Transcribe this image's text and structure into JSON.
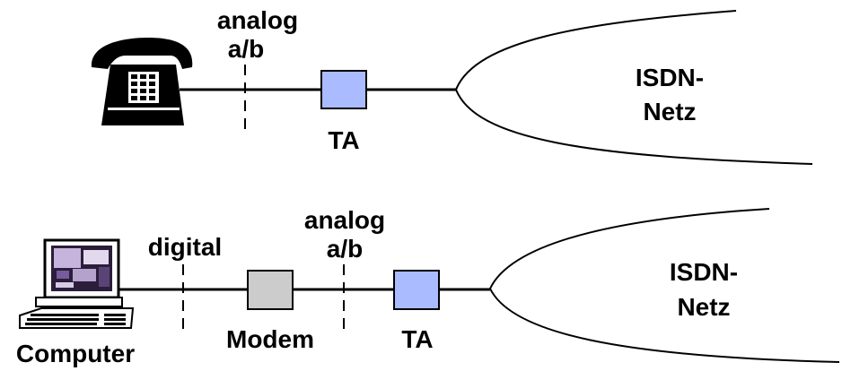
{
  "colors": {
    "ta_fill": "#aabbff",
    "modem_fill": "#cccccc",
    "line": "#000000",
    "background": "#ffffff"
  },
  "top_row": {
    "device_icon": "telephone-icon",
    "interface_label_line1": "analog",
    "interface_label_line2": "a/b",
    "adapter_label": "TA",
    "network_label_line1": "ISDN-",
    "network_label_line2": "Netz"
  },
  "bottom_row": {
    "device_icon": "computer-icon",
    "device_label": "Computer",
    "digital_label": "digital",
    "modem_label": "Modem",
    "interface_label_line1": "analog",
    "interface_label_line2": "a/b",
    "adapter_label": "TA",
    "network_label_line1": "ISDN-",
    "network_label_line2": "Netz"
  }
}
